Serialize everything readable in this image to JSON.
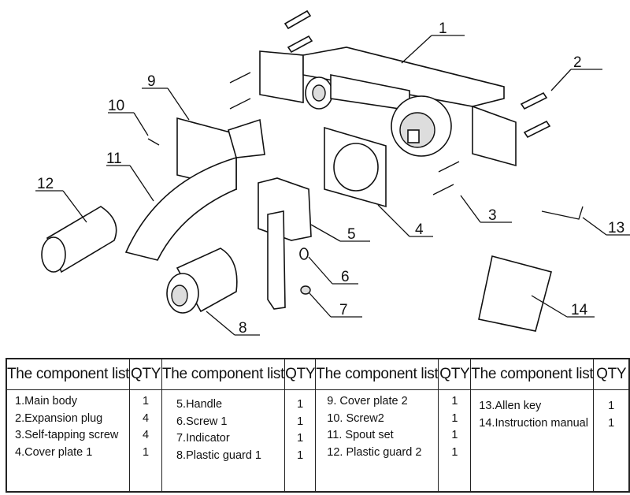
{
  "diagram": {
    "callouts": [
      "1",
      "2",
      "3",
      "4",
      "5",
      "6",
      "7",
      "8",
      "9",
      "10",
      "11",
      "12",
      "13",
      "14"
    ]
  },
  "table": {
    "groups": [
      {
        "header": "The component list",
        "qty_header": "QTY",
        "items": [
          {
            "name": "1.Main body",
            "qty": "1"
          },
          {
            "name": "2.Expansion plug",
            "qty": "4"
          },
          {
            "name": "3.Self-tapping screw",
            "qty": "4"
          },
          {
            "name": "4.Cover plate 1",
            "qty": "1"
          }
        ]
      },
      {
        "header": "The component list",
        "qty_header": "QTY",
        "items": [
          {
            "name": "5.Handle",
            "qty": "1"
          },
          {
            "name": "6.Screw 1",
            "qty": "1"
          },
          {
            "name": "7.Indicator",
            "qty": "1"
          },
          {
            "name": "8.Plastic guard 1",
            "qty": "1"
          }
        ]
      },
      {
        "header": "The component list",
        "qty_header": "QTY",
        "items": [
          {
            "name": "9. Cover plate 2",
            "qty": "1"
          },
          {
            "name": "10. Screw2",
            "qty": "1"
          },
          {
            "name": "11. Spout set",
            "qty": "1"
          },
          {
            "name": "12. Plastic guard 2",
            "qty": "1"
          }
        ]
      },
      {
        "header": "The component list",
        "qty_header": "QTY",
        "items": [
          {
            "name": "13.Allen key",
            "qty": "1"
          },
          {
            "name": "14.Instruction manual",
            "qty": "1"
          }
        ]
      }
    ]
  }
}
